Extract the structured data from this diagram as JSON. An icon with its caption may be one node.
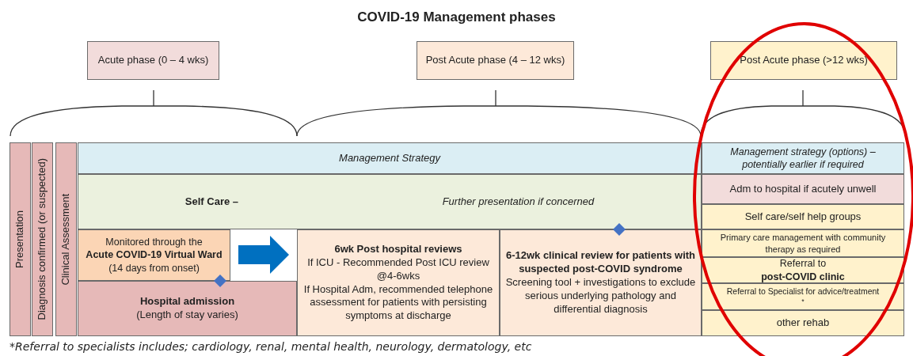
{
  "diagram": {
    "title": "COVID-19 Management phases",
    "caption": "*Referral to specialists includes; cardiology, renal, mental health, neurology, dermatology, etc",
    "nodes": [
      {
        "text": [
          "Acute phase (0 – 4 wks)"
        ]
      },
      {
        "text": [
          "Post Acute phase (4 – 12 wks)"
        ]
      },
      {
        "text": [
          "Post Acute phase (>12 wks)"
        ]
      },
      {
        "text": [
          "Presentation"
        ]
      },
      {
        "text": [
          "Diagnosis confirmed (or suspected)"
        ]
      },
      {
        "text": [
          "Clinical Assessment"
        ]
      },
      {
        "text": [
          "Management Strategy"
        ]
      },
      {
        "text": [
          "Self Care –",
          "Further presentation if concerned"
        ]
      },
      {
        "text": [
          "Monitored through the **Acute COVID-19 Virtual Ward** (14 days from onset)"
        ]
      },
      {
        "text": [
          "Hospital admission",
          "(Length of stay varies)"
        ]
      },
      {
        "text": [
          "6wk Post hospital reviews",
          "If ICU - Recommended Post ICU review @4-6wks",
          "If Hospital Adm, recommended telephone assessment for patients with persisting symptoms at discharge"
        ]
      },
      {
        "text": [
          "6-12wk clinical review for patients with suspected post-COVID syndrome",
          "Screening tool + investigations to exclude serious underlying pathology and differential diagnosis"
        ]
      },
      {
        "text": [
          "Management strategy (options) – potentially earlier if required"
        ]
      },
      {
        "text": [
          "Adm to hospital if acutely unwell"
        ]
      },
      {
        "text": [
          "Self care/self help groups"
        ]
      },
      {
        "text": [
          "Primary care management with community therapy as required"
        ]
      },
      {
        "text": [
          "Referral to **post-COVID clinic**"
        ]
      },
      {
        "text": [
          "Referral to Specialist for advice/treatment$^{*}$"
        ]
      },
      {
        "text": [
          "other rehab"
        ]
      }
    ],
    "edges": [
      {
        "from": 8,
        "to": 10,
        "arrow": "to",
        "color": "#0070c0"
      }
    ]
  }
}
